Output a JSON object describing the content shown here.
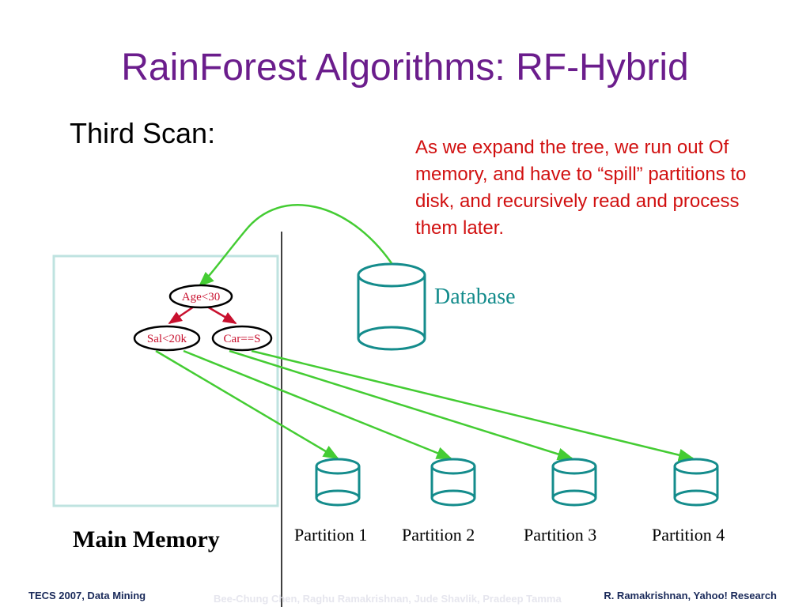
{
  "title": "RainForest Algorithms: RF-Hybrid",
  "subtitle": "Third Scan:",
  "note": "As we expand the tree, we run out Of memory, and have to “spill” partitions to disk, and recursively read and process them later.",
  "database_label": "Database",
  "main_memory_label": "Main Memory",
  "tree": {
    "root": "Age<30",
    "left": "Sal<20k",
    "right": "Car==S"
  },
  "partitions": [
    "Partition 1",
    "Partition 2",
    "Partition 3",
    "Partition 4"
  ],
  "footer": {
    "left": "TECS 2007, Data Mining",
    "middle": "Bee-Chung Chen, Raghu Ramakrishnan, Jude Shavlik, Pradeep Tamma",
    "right": "R. Ramakrishnan, Yahoo! Research"
  },
  "colors": {
    "title": "#6b1d8c",
    "note": "#d11010",
    "database": "#148c8c",
    "arrow": "#44cc33",
    "tree_edge": "#c8102e",
    "memory_box": "#bfe3e0"
  }
}
